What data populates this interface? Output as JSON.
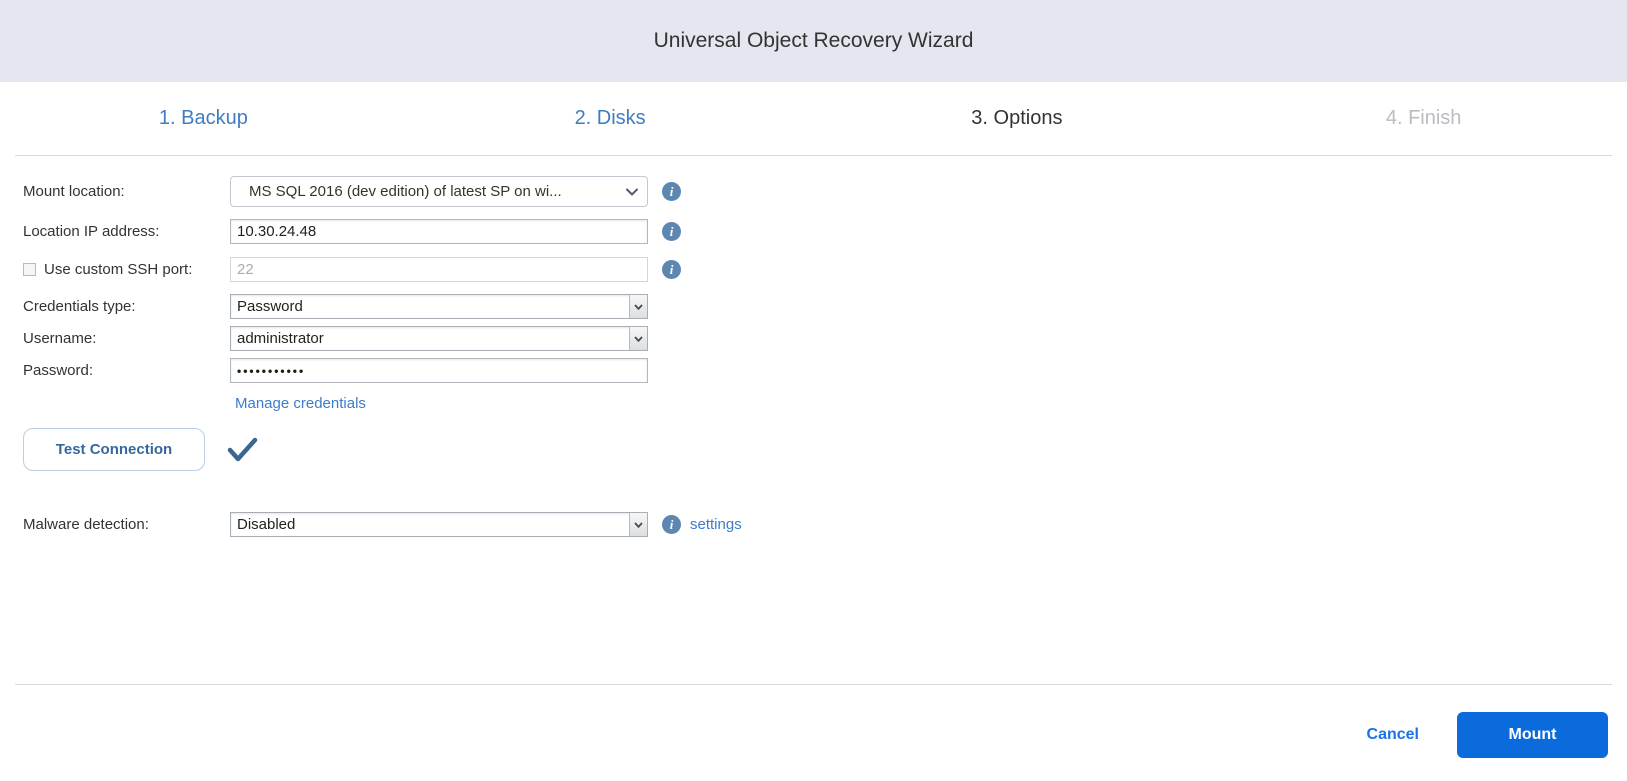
{
  "window": {
    "title": "Universal Object Recovery Wizard"
  },
  "steps": [
    {
      "label": "1. Backup",
      "state": "done"
    },
    {
      "label": "2. Disks",
      "state": "done"
    },
    {
      "label": "3. Options",
      "state": "active"
    },
    {
      "label": "4. Finish",
      "state": "upcoming"
    }
  ],
  "form": {
    "mount_location": {
      "label": "Mount location:",
      "value": "MS SQL 2016 (dev edition) of latest SP on wi..."
    },
    "location_ip": {
      "label": "Location IP address:",
      "value": "10.30.24.48"
    },
    "ssh_port": {
      "label": "Use custom SSH port:",
      "value": "22",
      "checked": false
    },
    "credentials_type": {
      "label": "Credentials type:",
      "value": "Password"
    },
    "username": {
      "label": "Username:",
      "value": "administrator"
    },
    "password": {
      "label": "Password:",
      "value": "•••••••••••"
    },
    "manage_credentials_link": "Manage credentials",
    "test_connection_button": "Test Connection",
    "malware_detection": {
      "label": "Malware detection:",
      "value": "Disabled",
      "settings_link": "settings"
    }
  },
  "footer": {
    "cancel_label": "Cancel",
    "mount_label": "Mount"
  },
  "icons": {
    "info": "i"
  },
  "colors": {
    "header_bg": "#e4e7ef",
    "step_done": "#3e7dc1",
    "step_active": "#333333",
    "step_upcoming": "#b9bdc2",
    "link": "#3d7cc9",
    "info_icon": "#5d87b1",
    "test_button_text": "#36689e",
    "checkmark": "#3a6690",
    "cancel_text": "#1b72e8",
    "mount_bg": "#0b6bdd"
  }
}
